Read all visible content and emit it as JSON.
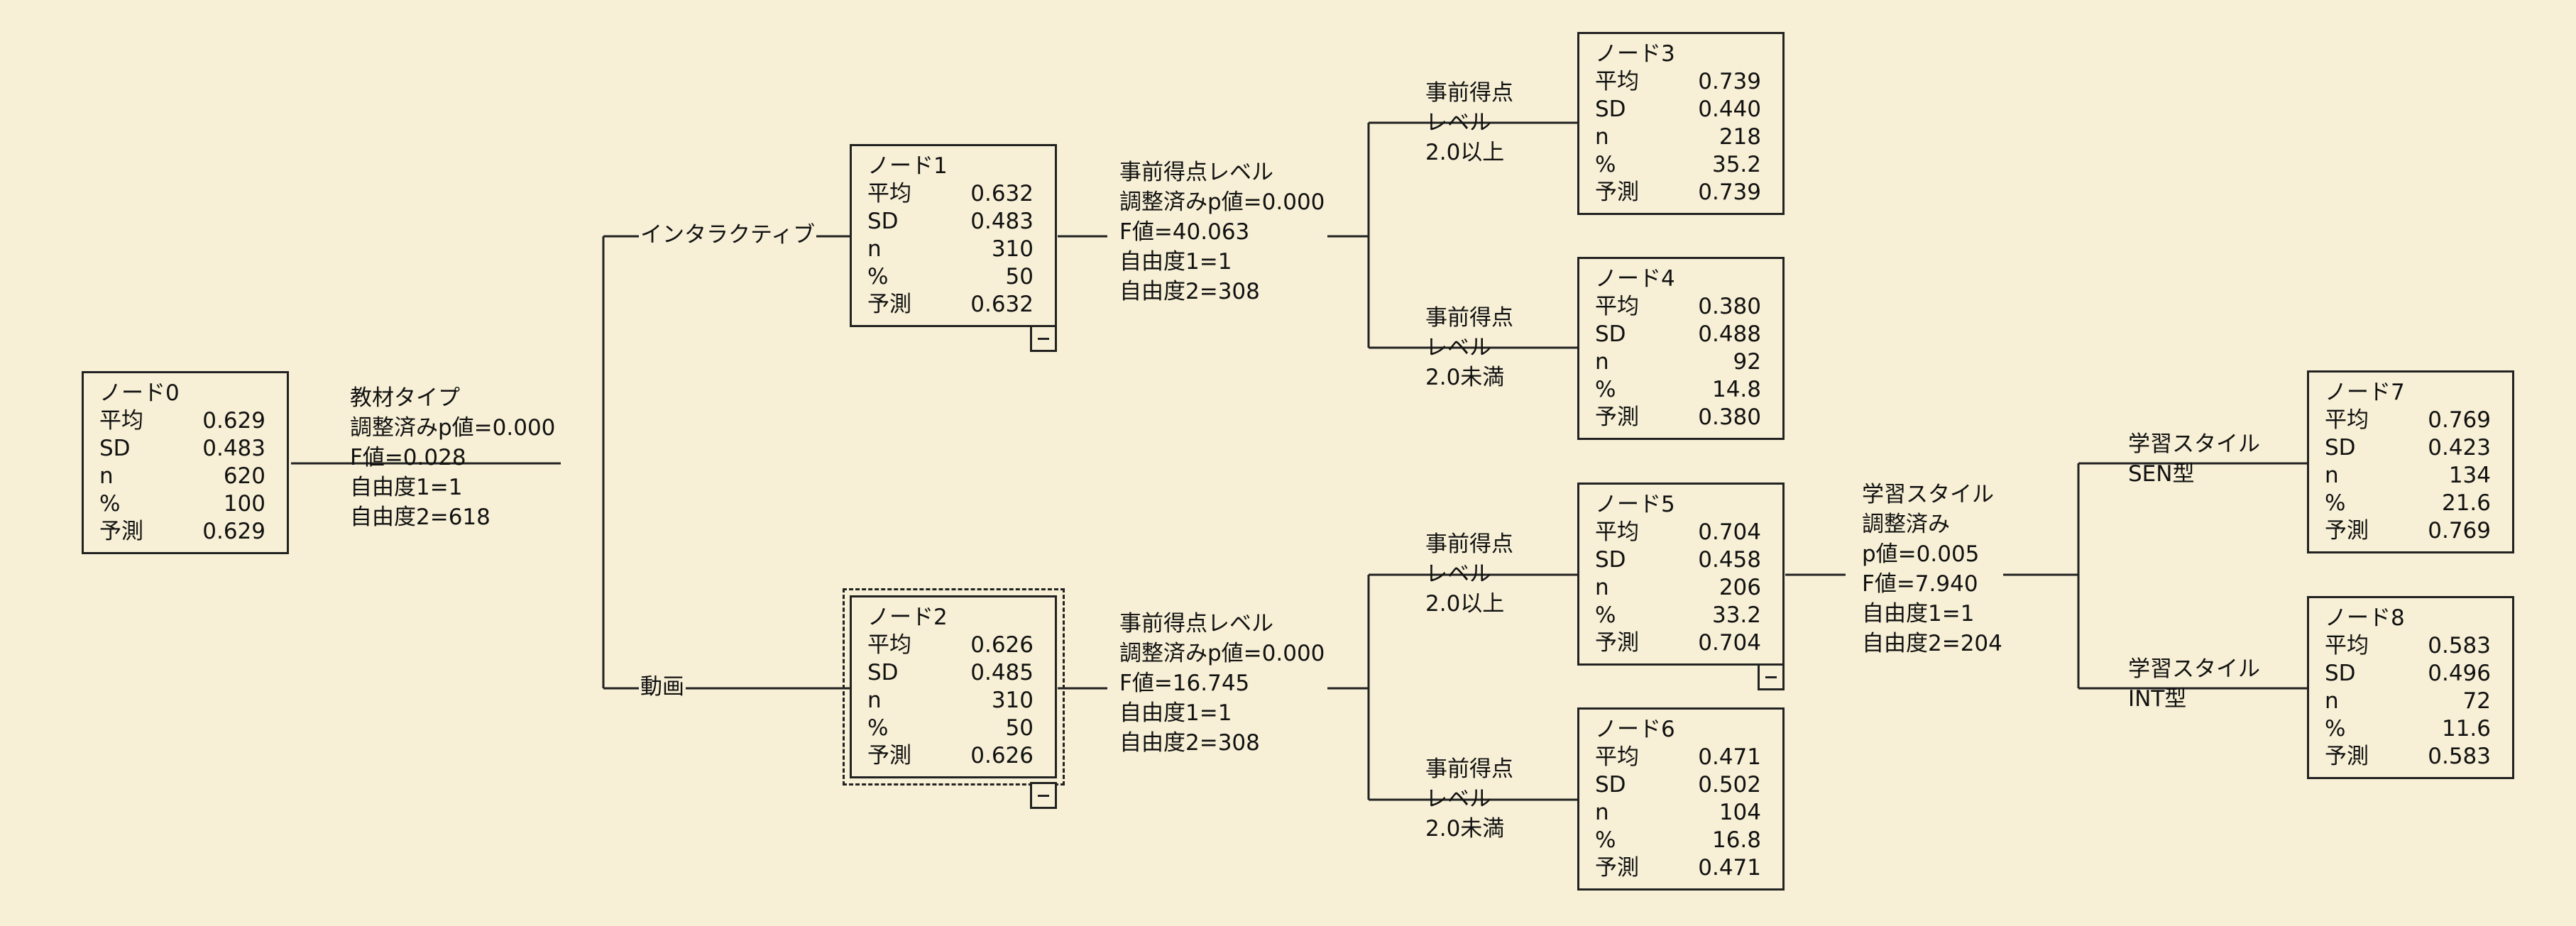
{
  "nodes": {
    "n0": {
      "title": "ノード0",
      "rows": [
        [
          "平均",
          "0.629"
        ],
        [
          "SD",
          "0.483"
        ],
        [
          "n",
          "620"
        ],
        [
          "%",
          "100"
        ],
        [
          "予測",
          "0.629"
        ]
      ]
    },
    "n1": {
      "title": "ノード1",
      "rows": [
        [
          "平均",
          "0.632"
        ],
        [
          "SD",
          "0.483"
        ],
        [
          "n",
          "310"
        ],
        [
          "%",
          "50"
        ],
        [
          "予測",
          "0.632"
        ]
      ]
    },
    "n2": {
      "title": "ノード2",
      "rows": [
        [
          "平均",
          "0.626"
        ],
        [
          "SD",
          "0.485"
        ],
        [
          "n",
          "310"
        ],
        [
          "%",
          "50"
        ],
        [
          "予測",
          "0.626"
        ]
      ]
    },
    "n3": {
      "title": "ノード3",
      "rows": [
        [
          "平均",
          "0.739"
        ],
        [
          "SD",
          "0.440"
        ],
        [
          "n",
          "218"
        ],
        [
          "%",
          "35.2"
        ],
        [
          "予測",
          "0.739"
        ]
      ]
    },
    "n4": {
      "title": "ノード4",
      "rows": [
        [
          "平均",
          "0.380"
        ],
        [
          "SD",
          "0.488"
        ],
        [
          "n",
          "92"
        ],
        [
          "%",
          "14.8"
        ],
        [
          "予測",
          "0.380"
        ]
      ]
    },
    "n5": {
      "title": "ノード5",
      "rows": [
        [
          "平均",
          "0.704"
        ],
        [
          "SD",
          "0.458"
        ],
        [
          "n",
          "206"
        ],
        [
          "%",
          "33.2"
        ],
        [
          "予測",
          "0.704"
        ]
      ]
    },
    "n6": {
      "title": "ノード6",
      "rows": [
        [
          "平均",
          "0.471"
        ],
        [
          "SD",
          "0.502"
        ],
        [
          "n",
          "104"
        ],
        [
          "%",
          "16.8"
        ],
        [
          "予測",
          "0.471"
        ]
      ]
    },
    "n7": {
      "title": "ノード7",
      "rows": [
        [
          "平均",
          "0.769"
        ],
        [
          "SD",
          "0.423"
        ],
        [
          "n",
          "134"
        ],
        [
          "%",
          "21.6"
        ],
        [
          "予測",
          "0.769"
        ]
      ]
    },
    "n8": {
      "title": "ノード8",
      "rows": [
        [
          "平均",
          "0.583"
        ],
        [
          "SD",
          "0.496"
        ],
        [
          "n",
          "72"
        ],
        [
          "%",
          "11.6"
        ],
        [
          "予測",
          "0.583"
        ]
      ]
    }
  },
  "splits": {
    "s0": [
      "教材タイプ",
      "調整済みp値=0.000",
      "F値=0.028",
      "自由度1=1",
      "自由度2=618"
    ],
    "s1": [
      "事前得点レベル",
      "調整済みp値=0.000",
      "F値=40.063",
      "自由度1=1",
      "自由度2=308"
    ],
    "s2": [
      "事前得点レベル",
      "調整済みp値=0.000",
      "F値=16.745",
      "自由度1=1",
      "自由度2=308"
    ],
    "s5": [
      "学習スタイル",
      "調整済み",
      "p値=0.005",
      "F値=7.940",
      "自由度1=1",
      "自由度2=204"
    ]
  },
  "branches": {
    "interactive": "インタラクティブ",
    "video": "動画",
    "b3": [
      "事前得点",
      "レベル",
      "2.0以上"
    ],
    "b4": [
      "事前得点",
      "レベル",
      "2.0未満"
    ],
    "b5": [
      "事前得点",
      "レベル",
      "2.0以上"
    ],
    "b6": [
      "事前得点",
      "レベル",
      "2.0未満"
    ],
    "b7": [
      "学習スタイル",
      "SEN型"
    ],
    "b8": [
      "学習スタイル",
      "INT型"
    ]
  }
}
